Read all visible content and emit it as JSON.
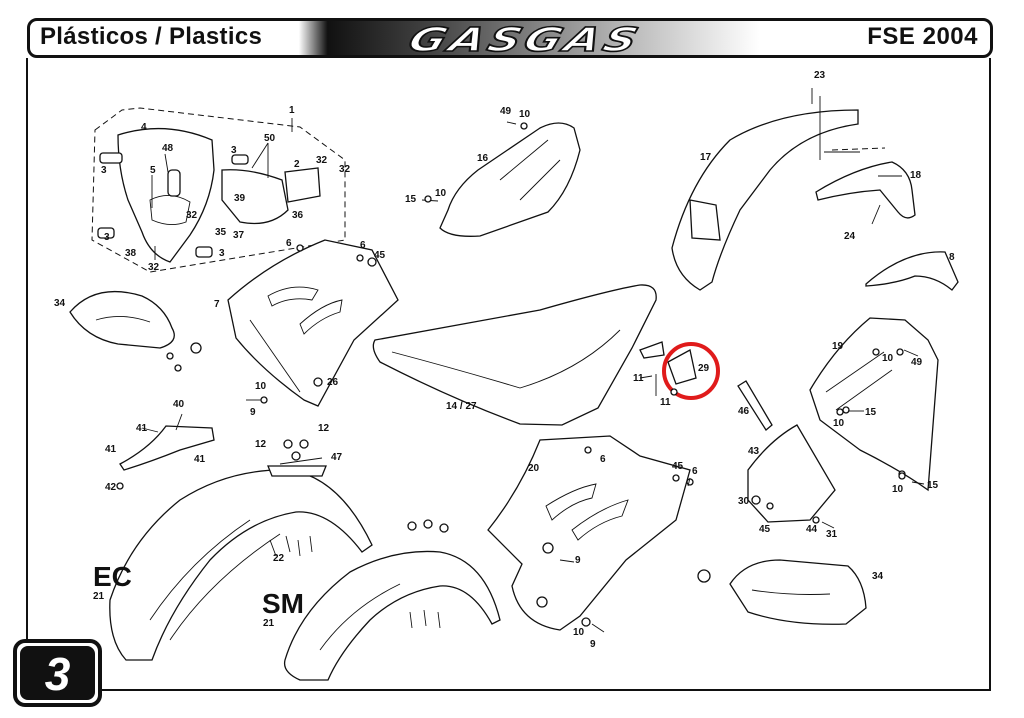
{
  "header": {
    "title": "Plásticos / Plastics",
    "brand": "GASGAS",
    "model": "FSE 2004"
  },
  "page_number": "3",
  "variant_labels": {
    "ec": "EC",
    "sm": "SM"
  },
  "callouts": {
    "c1": "1",
    "c2": "2",
    "c3a": "3",
    "c3b": "3",
    "c3c": "3",
    "c3d": "3",
    "c4": "4",
    "c5": "5",
    "c48": "48",
    "c50": "50",
    "c32a": "32",
    "c32b": "32",
    "c32c": "32",
    "c32d": "32",
    "c39": "39",
    "c36": "36",
    "c37": "37",
    "c35": "35",
    "c38": "38",
    "c6a": "6",
    "c6b": "6",
    "c6c": "6",
    "c6d": "6",
    "c45a": "45",
    "c45b": "45",
    "c45c": "45",
    "c7": "7",
    "c26": "26",
    "c10a": "10",
    "c9a": "9",
    "c34a": "34",
    "c34b": "34",
    "c40": "40",
    "c41a": "41",
    "c41b": "41",
    "c41c": "41",
    "c42": "42",
    "c12a": "12",
    "c12b": "12",
    "c47": "47",
    "c22": "22",
    "c21a": "21",
    "c21b": "21",
    "c49a": "49",
    "c10b": "10",
    "c16": "16",
    "c15a": "15",
    "c10c": "10",
    "c14_27": "14 / 27",
    "c11a": "11",
    "c11b": "11",
    "c29": "29",
    "c23": "23",
    "c17": "17",
    "c18": "18",
    "c24": "24",
    "c8": "8",
    "c19": "19",
    "c10d": "10",
    "c49b": "49",
    "c46": "46",
    "c10e": "10",
    "c15b": "15",
    "c43": "43",
    "c10f": "10",
    "c15c": "15",
    "c30": "30",
    "c44": "44",
    "c31": "31",
    "c20": "20",
    "c9b": "9",
    "c10g": "10",
    "c9c": "9"
  },
  "highlight": {
    "target_callout": "29",
    "color": "#e01b1b"
  },
  "colors": {
    "ink": "#111111",
    "paper": "#ffffff"
  }
}
